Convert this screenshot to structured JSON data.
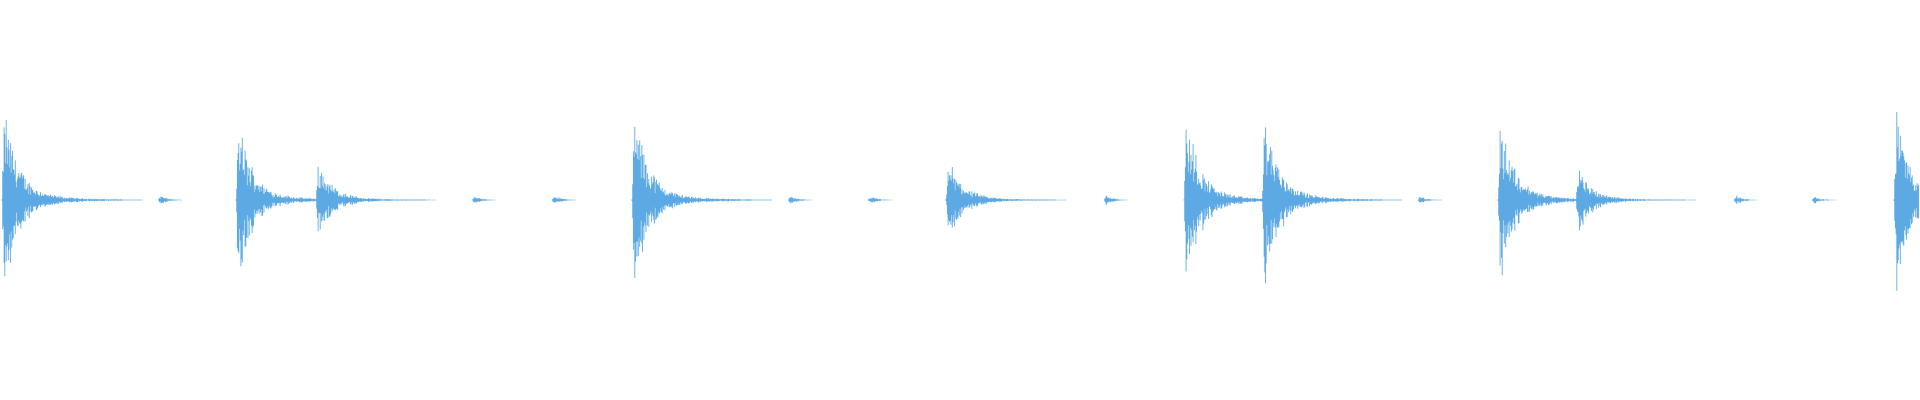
{
  "waveform": {
    "color": "#5DA9E3",
    "background": "#FFFFFF",
    "transients": [
      {
        "type": "hit",
        "amp": 1.0
      },
      {
        "type": "tick",
        "amp": 0.06
      },
      {
        "type": "hit",
        "amp": 0.88
      },
      {
        "type": "hit",
        "amp": 0.42
      },
      {
        "type": "tick",
        "amp": 0.05
      },
      {
        "type": "tick",
        "amp": 0.06
      },
      {
        "type": "hit",
        "amp": 1.0
      },
      {
        "type": "tick",
        "amp": 0.05
      },
      {
        "type": "tick",
        "amp": 0.05
      },
      {
        "type": "hit",
        "amp": 0.44
      },
      {
        "type": "tick",
        "amp": 0.07
      },
      {
        "type": "hit",
        "amp": 0.92
      },
      {
        "type": "hit",
        "amp": 1.0
      },
      {
        "type": "tick",
        "amp": 0.05
      },
      {
        "type": "hit",
        "amp": 0.92
      },
      {
        "type": "hit",
        "amp": 0.35
      },
      {
        "type": "tick",
        "amp": 0.06
      },
      {
        "type": "tick",
        "amp": 0.05
      },
      {
        "type": "hit",
        "amp": 1.0
      }
    ]
  }
}
